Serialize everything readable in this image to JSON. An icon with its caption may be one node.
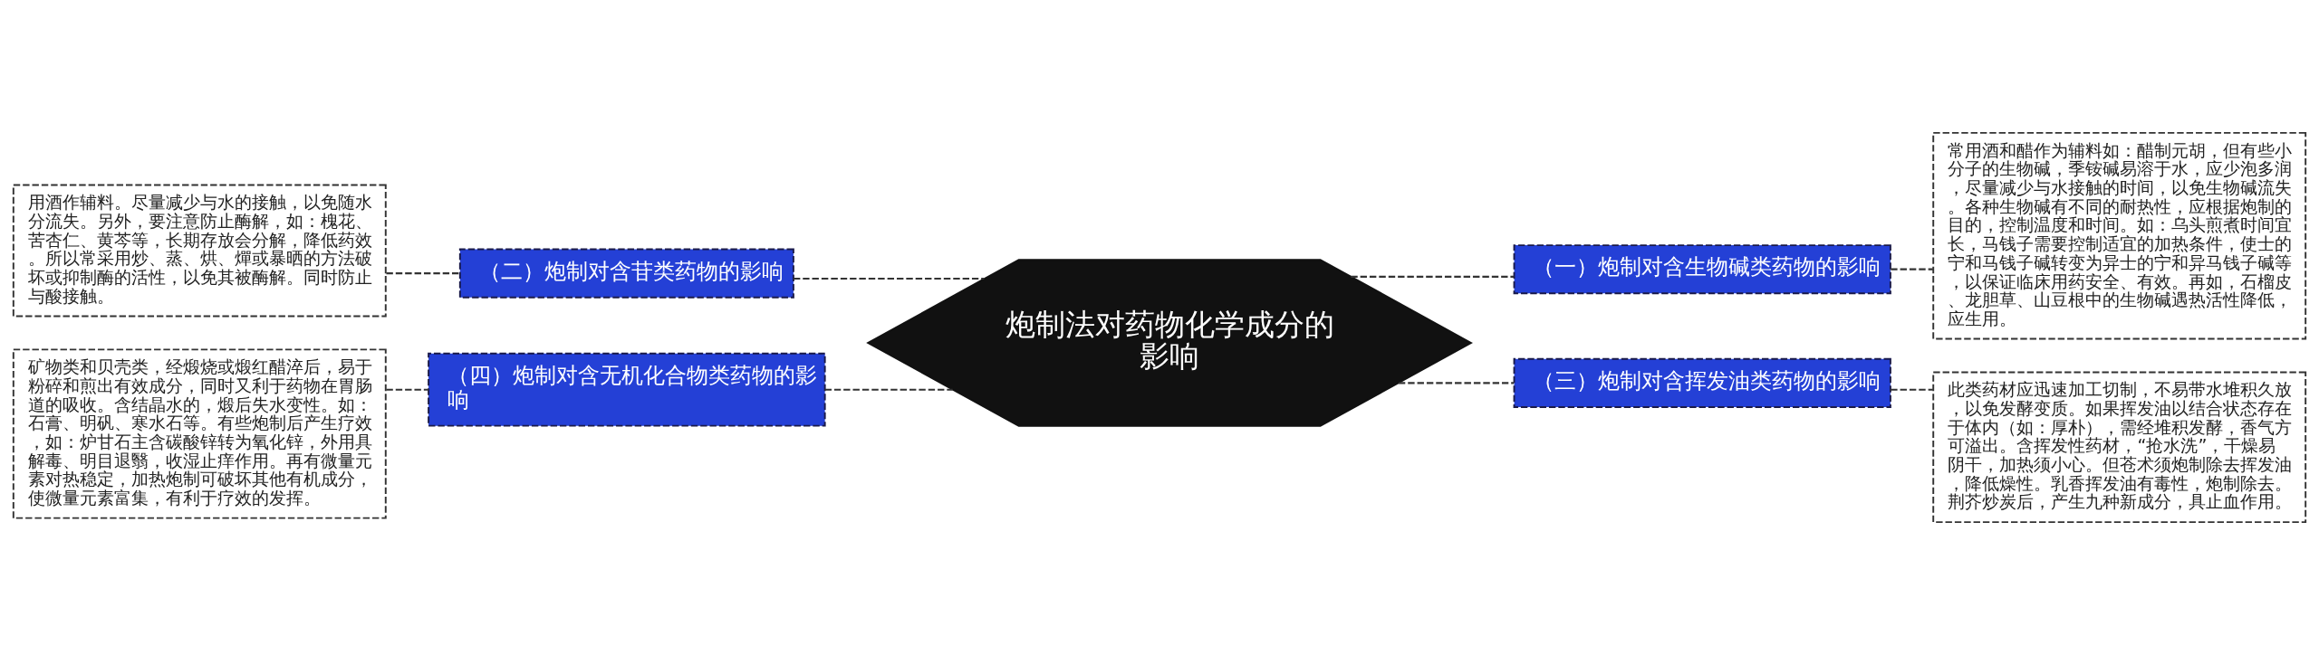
{
  "diagram": {
    "nodes": [
      {
        "text": [
          "炮制法对药物化学成分的影响"
        ]
      },
      {
        "text": [
          "（一）炮制对含生物碱类药物的影响"
        ]
      },
      {
        "text": [
          "常用酒和醋作为辅料如：醋制元胡，但有些小分子的生物碱，季铵碱易溶于水，应少泡多润，尽量减少与水接触的时间，以免生物碱流失。各种生物碱有不同的耐热性，应根据炮制的目的，控制温度和时间。如：乌头煎煮时间宜长，马钱子需要控制适宜的加热条件，使士的宁和马钱子碱转变为异士的宁和异马钱子碱等，以保证临床用药安全、有效。再如，石榴皮、龙胆草、山豆根中的生物碱遇热活性降低，应生用。"
        ]
      },
      {
        "text": [
          "（二）炮制对含苷类药物的影响"
        ]
      },
      {
        "text": [
          "用酒作辅料。尽量减少与水的接触，以免随水分流失。另外，要注意防止酶解，如：槐花、苦杏仁、黄芩等，长期存放会分解，降低药效。所以常采用炒、蒸、烘、燀或暴晒的方法破坏或抑制酶的活性，以免其被酶解。同时防止与酸接触。"
        ]
      },
      {
        "text": [
          "（三）炮制对含挥发油类药物的影响"
        ]
      },
      {
        "text": [
          "此类药材应迅速加工切制，不易带水堆积久放，以免发酵变质。如果挥发油以结合状态存在于体内（如：厚朴），需经堆积发酵，香气方可溢出。含挥发性药材，“抢水洗”，干燥易阴干，加热须小心。但苍术须炮制除去挥发油，降低燥性。乳香挥发油有毒性，炮制除去。荆芥炒炭后，产生九种新成分，具止血作用。"
        ]
      },
      {
        "text": [
          "（四）炮制对含无机化合物类药物的影响"
        ]
      },
      {
        "text": [
          "矿物类和贝壳类，经煅烧或煅红醋淬后，易于粉碎和煎出有效成分，同时又利于药物在胃肠道的吸收。含结晶水的，煅后失水变性。如：石膏、明矾、寒水石等。有些炮制后产生疗效，如：炉甘石主含碳酸锌转为氧化锌，外用具解毒、明目退翳，收湿止痒作用。再有微量元素对热稳定，加热炮制可破坏其他有机成分，使微量元素富集，有利于疗效的发挥。"
        ]
      }
    ],
    "edges": [
      {
        "from": 0,
        "to": 1,
        "arrow": "none",
        "style": "dashed"
      },
      {
        "from": 1,
        "to": 2,
        "arrow": "none",
        "style": "dashed"
      },
      {
        "from": 3,
        "to": 0,
        "arrow": "none",
        "style": "dashed"
      },
      {
        "from": 4,
        "to": 3,
        "arrow": "none",
        "style": "dashed"
      },
      {
        "from": 0,
        "to": 5,
        "arrow": "none",
        "style": "dashed"
      },
      {
        "from": 5,
        "to": 6,
        "arrow": "none",
        "style": "dashed"
      },
      {
        "from": 7,
        "to": 0,
        "arrow": "none",
        "style": "dashed"
      },
      {
        "from": 8,
        "to": 7,
        "arrow": "none",
        "style": "dashed"
      }
    ]
  }
}
